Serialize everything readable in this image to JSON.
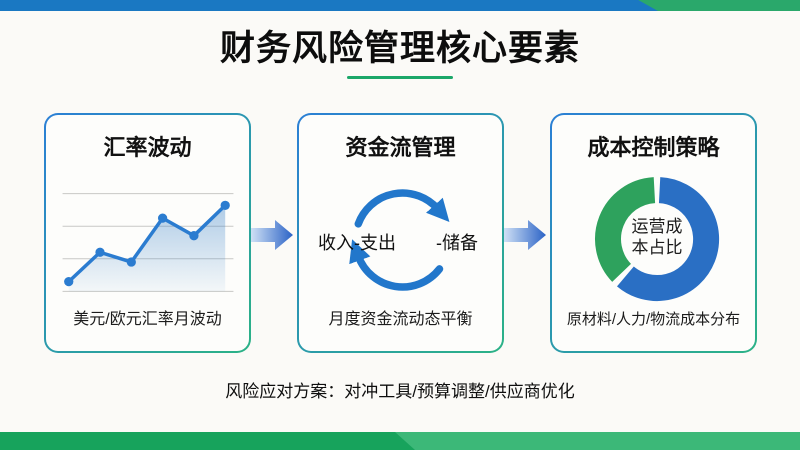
{
  "slide": {
    "title": "财务风险管理核心要素",
    "footer_note": "风险应对方案：对冲工具/预算调整/供应商优化"
  },
  "colors": {
    "top_bar_blue": "#1a78c2",
    "top_bar_green": "#2aa86b",
    "bottom_bar_dark_green": "#17a35c",
    "bottom_bar_light_green": "#3cb878",
    "title_underline_green": "#1ba769",
    "card_border_blue": "#2b7fd6",
    "card_border_teal": "#2bb286",
    "chart_line_blue": "#2b7cd0",
    "cycle_arrow_blue": "#2277cb",
    "connector_blue": "#2b63c6",
    "donut_blue": "#2a6fc4",
    "donut_green": "#2ea25d"
  },
  "cards": [
    {
      "title": "汇率波动",
      "caption": "美元/欧元汇率月波动",
      "graphic": "line-chart"
    },
    {
      "title": "资金流管理",
      "caption": "月度资金流动态平衡",
      "graphic": "cycle-arrows",
      "cycle_left_label": "收入-支出",
      "cycle_right_label": "-储备"
    },
    {
      "title": "成本控制策略",
      "caption": "原材料/人力/物流成本分布",
      "graphic": "donut-chart",
      "center_line1": "运营成",
      "center_line2": "本占比"
    }
  ],
  "chart_data": [
    {
      "type": "line",
      "title": "美元/欧元汇率月波动",
      "x": [
        1,
        2,
        3,
        4,
        5,
        6
      ],
      "values": [
        10,
        40,
        30,
        75,
        57,
        88
      ],
      "value_note": "relative heights in percent of plot area; axes unlabeled in source",
      "ylim": [
        0,
        100
      ],
      "grid": true,
      "gridline_count": 4,
      "area_fill": true,
      "line_color": "#2b7cd0"
    },
    {
      "type": "pie",
      "donut": true,
      "title": "运营成本占比",
      "subtitle": "原材料/人力/物流成本分布",
      "segments": [
        {
          "name": "blue-segment",
          "value": 62,
          "color": "#2a6fc4"
        },
        {
          "name": "green-segment",
          "value": 38,
          "color": "#2ea25d"
        }
      ],
      "start_angle_deg": -90,
      "segment_gap_deg": 6,
      "center_label": "运营成本占比"
    }
  ]
}
